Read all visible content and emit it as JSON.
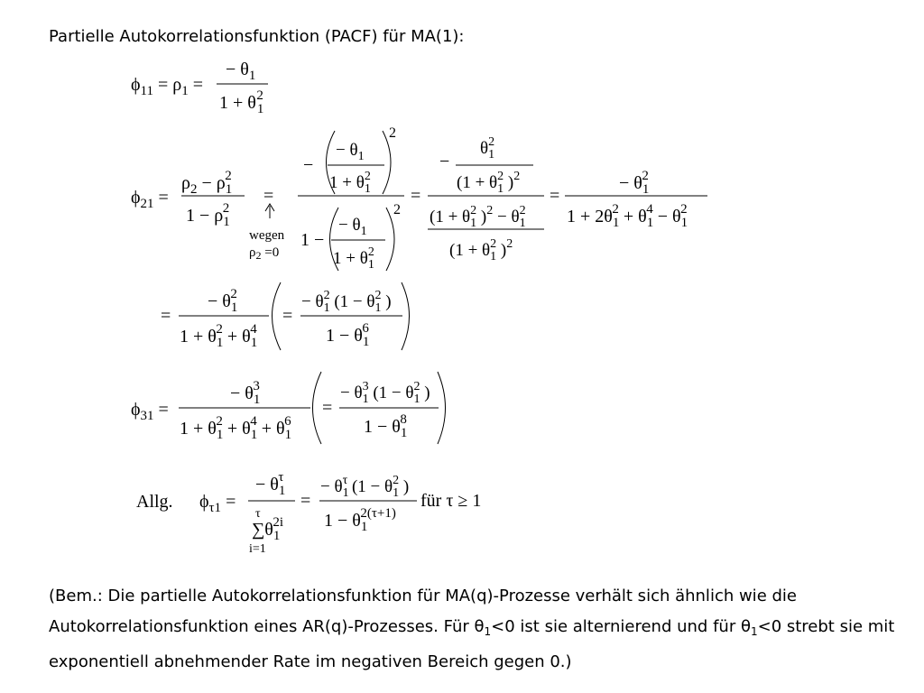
{
  "slide": {
    "title": "Partielle Autokorrelationsfunktion (PACF) für MA(1):",
    "formulas": {
      "phi11": "φ11 = ρ1 = −θ1 / (1 + θ1²)",
      "phi21": "φ21 = (ρ2 − ρ1²)/(1 − ρ1²) = −(−θ1/(1+θ1²))² / (1 − (−θ1/(1+θ1²))²) = −θ1²/(1+θ1²)² / ((1+θ1²)² − θ1²)/(1+θ1²)² = −θ1²/(1 + 2θ1² + θ1⁴ − θ1²) = −θ1²/(1 + θ1² + θ1⁴) (= −θ1²(1 − θ1²)/(1 − θ1⁶))",
      "phi21_note_wegen": "wegen",
      "phi21_note_cond": "ρ2 =0",
      "phi31": "φ31 = −θ1³/(1 + θ1² + θ1⁴ + θ1⁶) (= −θ1³(1 − θ1²)/(1 − θ1⁸))",
      "general_label": "Allg.",
      "general": "φτ1 = −θ1^τ / Σ_{i=1}^{τ} θ1^{2i} = −θ1^τ(1 − θ1²)/(1 − θ1^{2(τ+1)})",
      "general_condition": "für τ ≥ 1"
    },
    "remark": {
      "part1": "(Bem.: Die partielle Autokorrelationsfunktion für MA(q)-Prozesse verhält sich ähnlich wie die Autokorrelationsfunktion eines AR(q)-Prozesses. Für θ",
      "sub1": "1",
      "part2": "<0 ist sie alternierend und für θ",
      "sub2": "1",
      "part3": "<0 strebt sie mit exponentiell abnehmender Rate im negativen Bereich gegen 0.)"
    }
  }
}
